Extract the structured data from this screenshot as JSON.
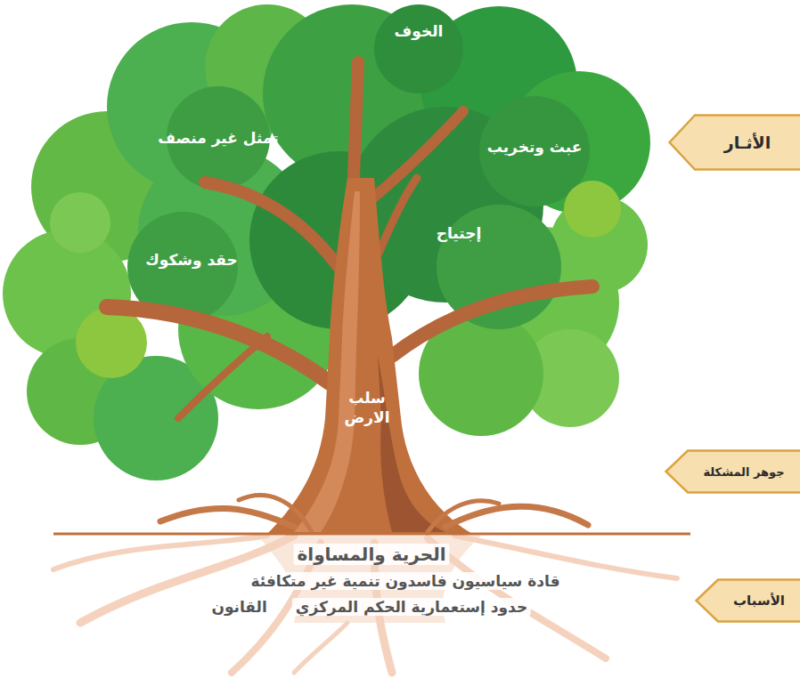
{
  "diagram": {
    "nodes": [
      {
        "text": [
          "الأثـار"
        ]
      },
      {
        "text": [
          "جوهر المشكلة"
        ]
      },
      {
        "text": [
          "الأسباب"
        ]
      }
    ],
    "labels": [
      "الخوف",
      "تمثل غير منصف",
      "عبث وتخريب",
      "إجتياح",
      "حقد وشكوك",
      "سلب الارض",
      "الحرية والمساواة",
      "قادة سياسيون فاسدون تنمية غير متكافئة",
      "حدود إستعمارية الحكم المركزي",
      "القانون"
    ]
  }
}
